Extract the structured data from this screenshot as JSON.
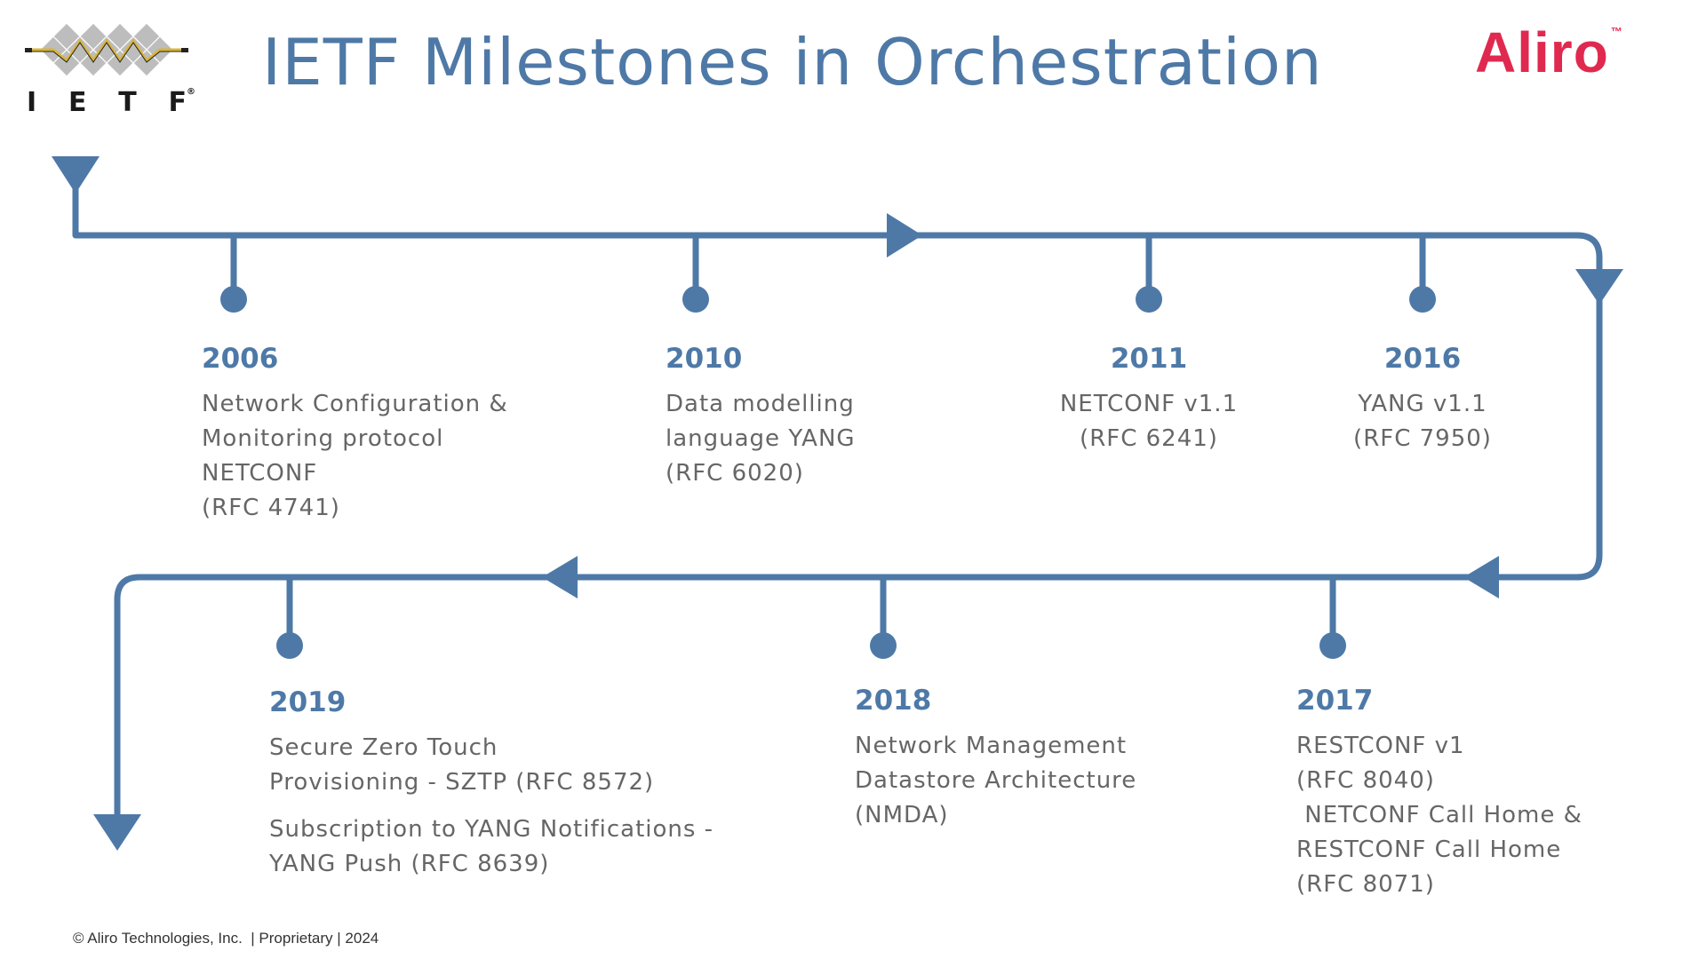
{
  "header": {
    "title": "IETF Milestones in Orchestration",
    "ietf_logo_letters": [
      "I",
      "E",
      "T",
      "F"
    ],
    "ietf_logo_mark": "®",
    "aliro_logo_text": "Aliro",
    "aliro_logo_mark": "™"
  },
  "milestones_top": [
    {
      "year": "2006",
      "lines": [
        "Network Configuration &",
        "Monitoring protocol",
        "NETCONF",
        "(RFC 4741)"
      ]
    },
    {
      "year": "2010",
      "lines": [
        "Data modelling",
        "language YANG",
        "(RFC 6020)"
      ]
    },
    {
      "year": "2011",
      "lines": [
        "NETCONF v1.1",
        "(RFC 6241)"
      ]
    },
    {
      "year": "2016",
      "lines": [
        "YANG v1.1",
        "(RFC 7950)"
      ]
    }
  ],
  "milestones_bottom": [
    {
      "year": "2019",
      "paragraphs": [
        [
          "Secure Zero Touch",
          "Provisioning - SZTP (RFC 8572)"
        ],
        [
          "Subscription to YANG Notifications -",
          "YANG Push (RFC 8639)"
        ]
      ]
    },
    {
      "year": "2018",
      "lines": [
        "Network Management",
        "Datastore Architecture",
        "(NMDA)"
      ]
    },
    {
      "year": "2017",
      "lines": [
        "RESTCONF v1",
        "(RFC 8040)",
        " NETCONF Call Home &",
        "RESTCONF Call Home",
        "(RFC 8071)"
      ]
    }
  ],
  "footer": {
    "text": "© Aliro Technologies, Inc.  | Proprietary | 2024"
  },
  "colors": {
    "timeline": "#4e79a7",
    "title": "#4e79a7",
    "body_text": "#666666",
    "aliro_brand": "#e0294f"
  }
}
